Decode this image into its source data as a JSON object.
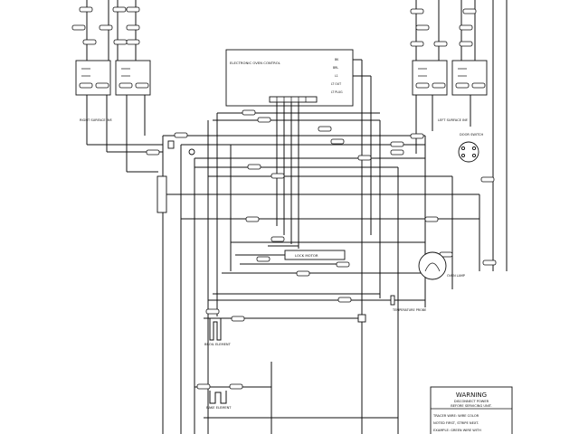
{
  "labels": {
    "control": "ELECTRONIC OVEN CONTROL",
    "right_inf": "RIGHT SURFACE INF.",
    "left_inf": "LEFT SURFACE INF.",
    "door_switch": "DOOR SWITCH",
    "lock_motor": "LOCK MOTOR",
    "temp_probe": "TEMPERATURE PROBE",
    "broil": "BROIL ELEMENT",
    "bake": "BAKE ELEMENT",
    "oven_lamp": "OVEN LAMP"
  },
  "control_pins": [
    "BK",
    "BRL",
    "L1",
    "LT OUT",
    "LT PLUG"
  ],
  "warning": {
    "title": "WARNING",
    "line1": "DISCONNECT POWER",
    "line2": "BEFORE SERVICING UNIT.",
    "note1": "TRACER WIRE:  WIRE COLOR",
    "note2": "NOTED FIRST, STRIPE NEXT.",
    "note3": "EXAMPLE:  GREEN WIRE WITH"
  }
}
